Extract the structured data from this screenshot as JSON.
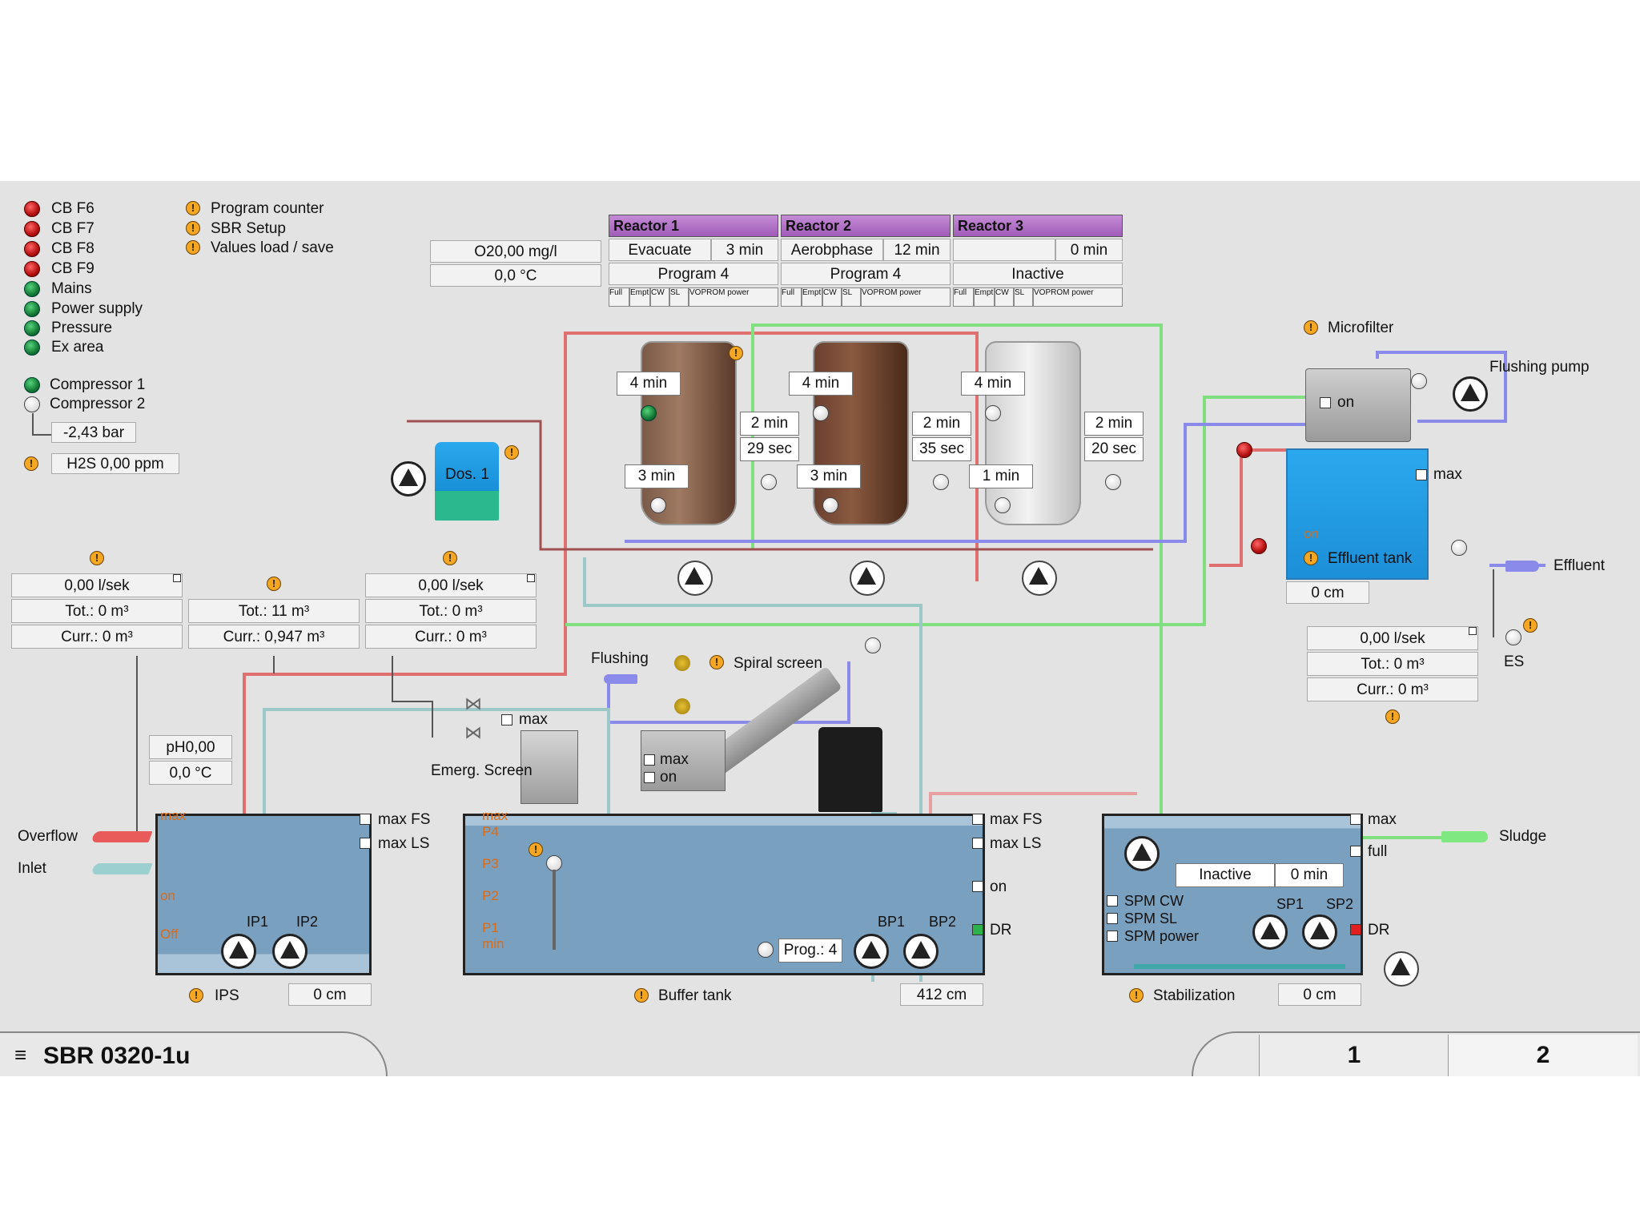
{
  "alarms": [
    {
      "label": "CB F6",
      "color": "red"
    },
    {
      "label": "CB F7",
      "color": "red"
    },
    {
      "label": "CB F8",
      "color": "red"
    },
    {
      "label": "CB F9",
      "color": "red"
    },
    {
      "label": "Mains",
      "color": "green"
    },
    {
      "label": "Power supply",
      "color": "green"
    },
    {
      "label": "Pressure",
      "color": "green"
    },
    {
      "label": "Ex area",
      "color": "green"
    }
  ],
  "menu": [
    "Program counter",
    "SBR Setup",
    "Values load / save"
  ],
  "compressors": {
    "c1": "Compressor 1",
    "c2": "Compressor 2",
    "pressure": "-2,43 bar",
    "h2s": "H2S 0,00 ppm"
  },
  "o2": {
    "value": "O20,00 mg/l",
    "temp": "0,0 °C"
  },
  "reactors": [
    {
      "title": "Reactor 1",
      "phase": "Evacuate",
      "time": "3 min",
      "program": "Program 4",
      "t_top": "4 min",
      "t_r1": "2 min",
      "t_r2": "29 sec",
      "t_low": "3 min"
    },
    {
      "title": "Reactor 2",
      "phase": "Aerobphase",
      "time": "12 min",
      "program": "Program 4",
      "t_top": "4 min",
      "t_r1": "2 min",
      "t_r2": "35 sec",
      "t_low": "3 min"
    },
    {
      "title": "Reactor 3",
      "phase": "",
      "time": "0 min",
      "program": "Inactive",
      "t_top": "4 min",
      "t_r1": "2 min",
      "t_r2": "20 sec",
      "t_low": "1 min"
    }
  ],
  "tiny_labels": [
    "Full",
    "Empt",
    "CW",
    "SL",
    "VOPROM power"
  ],
  "dosing": {
    "label": "Dos. 1"
  },
  "flow_left": {
    "rate": "0,00 l/sek",
    "tot": "Tot.: 0 m³",
    "curr": "Curr.: 0 m³"
  },
  "flow_mid": {
    "tot": "Tot.: 11 m³",
    "curr": "Curr.: 0,947 m³"
  },
  "flow_right": {
    "rate": "0,00 l/sek",
    "tot": "Tot.: 0 m³",
    "curr": "Curr.: 0 m³"
  },
  "ph": {
    "value": "pH0,00",
    "temp": "0,0 °C"
  },
  "ips": {
    "label": "IPS",
    "level": "0 cm",
    "overflow": "Overflow",
    "inlet": "Inlet",
    "max": "max",
    "on": "on",
    "off": "Off",
    "maxfs": "max FS",
    "maxls": "max LS",
    "p1": "IP1",
    "p2": "IP2"
  },
  "screen": {
    "flushing": "Flushing",
    "spiral": "Spiral screen",
    "emerg": "Emerg. Screen",
    "max": "max",
    "on": "on"
  },
  "buffer": {
    "label": "Buffer tank",
    "level": "412 cm",
    "markers": [
      "max",
      "P4",
      "P3",
      "P2",
      "P1",
      "min"
    ],
    "maxfs": "max FS",
    "maxls": "max LS",
    "on": "on",
    "dr": "DR",
    "prog": "Prog.: 4",
    "bp1": "BP1",
    "bp2": "BP2"
  },
  "stab": {
    "label": "Stabilization",
    "level": "0 cm",
    "max": "max",
    "full": "full",
    "dr": "DR",
    "state": "Inactive",
    "time": "0 min",
    "sp1": "SP1",
    "sp2": "SP2",
    "spm": [
      "SPM CW",
      "SPM SL",
      "SPM power"
    ],
    "sludge": "Sludge"
  },
  "micro": {
    "label": "Microfilter",
    "flushing_pump": "Flushing pump",
    "on": "on",
    "max": "max",
    "mon": "on",
    "effluent_tank": "Effluent tank",
    "level": "0 cm",
    "effluent": "Effluent",
    "es": "ES"
  },
  "flow_eff": {
    "rate": "0,00 l/sek",
    "tot": "Tot.: 0 m³",
    "curr": "Curr.: 0 m³"
  },
  "footer": {
    "title": "SBR 0320-1u",
    "tab1": "1",
    "tab2": "2"
  },
  "colors": {
    "panel": "#e3e3e3",
    "water": "#7aa0c0",
    "effluent": "#1e90e6",
    "header": "#a05cb8",
    "pipe_red": "#e06a6a",
    "pipe_green": "#7ee07e",
    "pipe_blue": "#8888ee",
    "pipe_cyan": "#7fd2d2"
  }
}
